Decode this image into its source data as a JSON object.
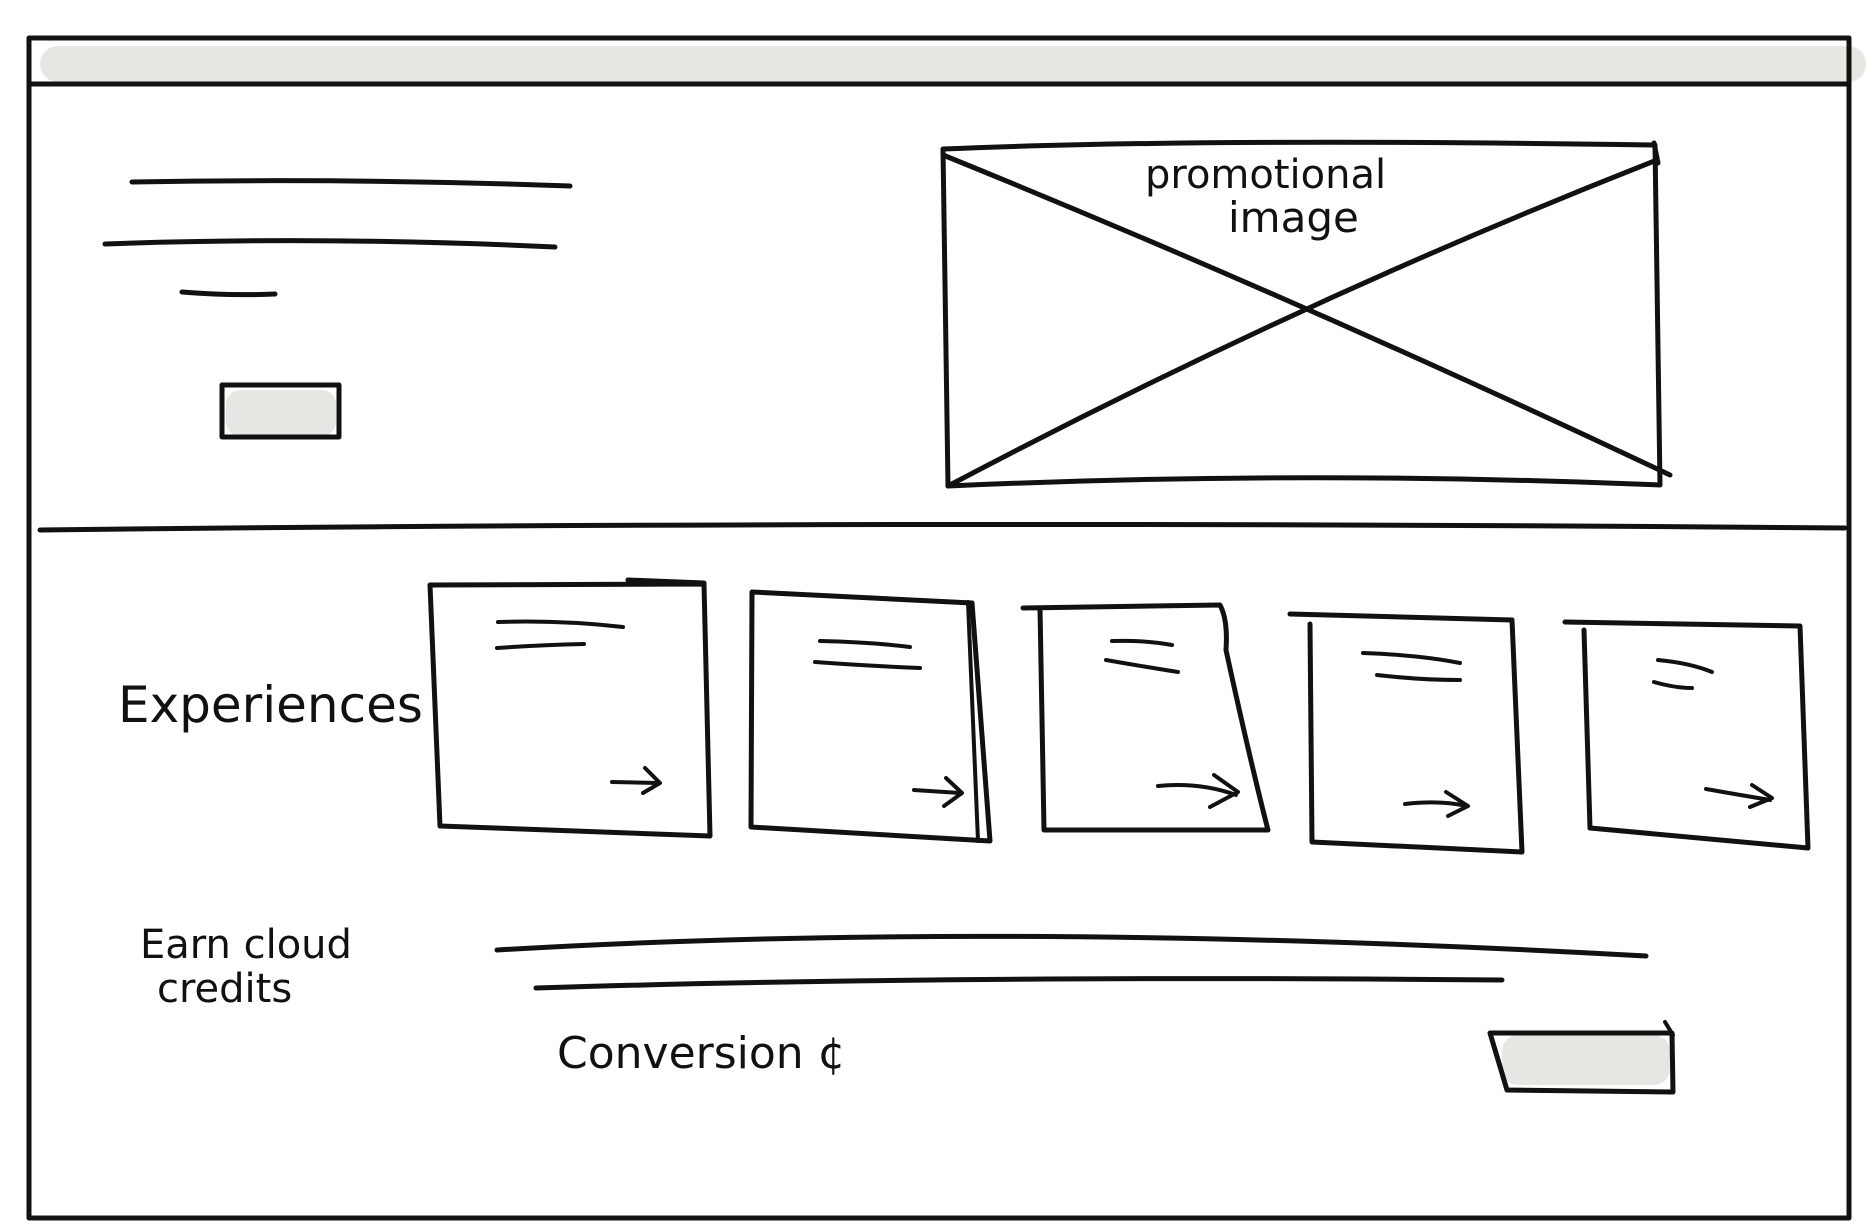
{
  "hero": {
    "image_label_line1": "promotional",
    "image_label_line2": "image"
  },
  "experiences": {
    "label": "Experiences",
    "card_count": 5
  },
  "credits": {
    "label_line1": "Earn cloud",
    "label_line2": "credits",
    "conversion_label": "Conversion ¢"
  },
  "colors": {
    "ink": "#111111",
    "placeholder_fill": "#e6e6e3"
  },
  "icons": [
    "arrow-right-icon",
    "image-placeholder-icon"
  ]
}
